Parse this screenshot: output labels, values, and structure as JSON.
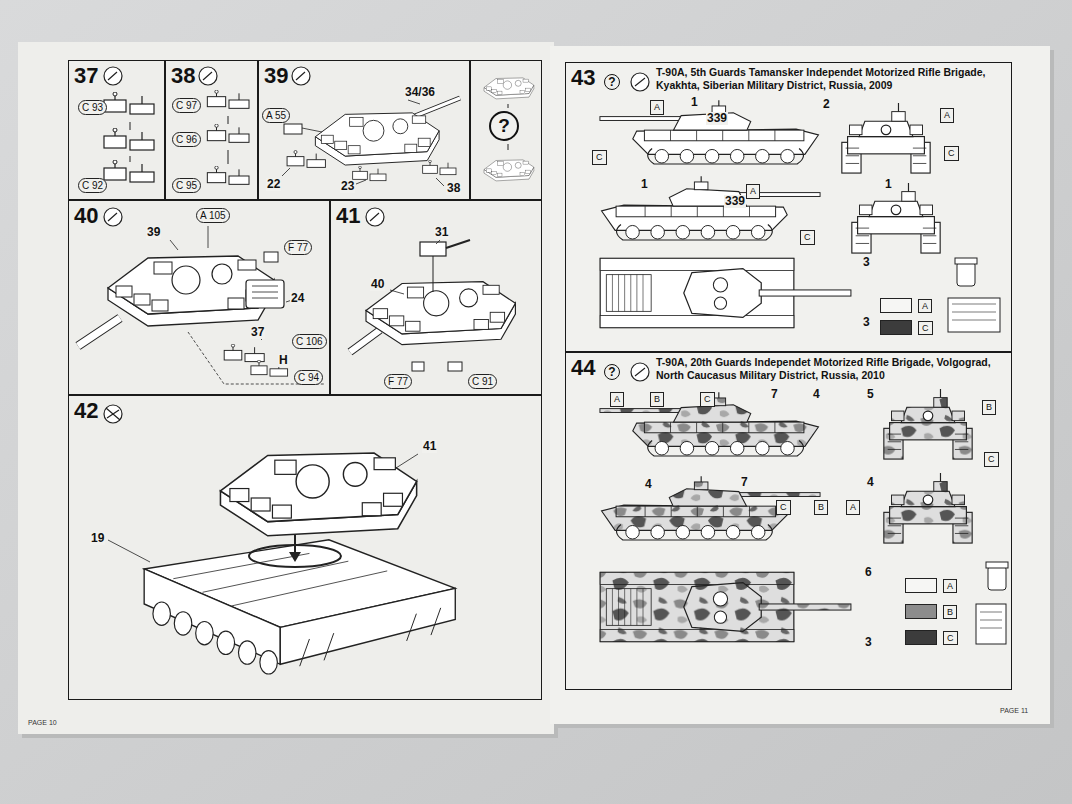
{
  "diagram": {
    "nodes": [
      {
        "text": [
          "37"
        ]
      },
      {
        "text": [
          "38"
        ]
      },
      {
        "text": [
          "39"
        ]
      },
      {
        "text": [
          "?"
        ]
      },
      {
        "text": [
          "40"
        ]
      },
      {
        "text": [
          "41"
        ]
      },
      {
        "text": [
          "42"
        ]
      },
      {
        "text": [
          "43",
          "T-90A, 5th Guards Tamansker Independet Motorized Rifle Brigade, Kyakhta, Siberian Military District, Russia, 2009"
        ]
      },
      {
        "text": [
          "44",
          "T-90A, 20th Guards Independet Motorized Rifle Brigade, Volgograd, North Caucasus Military District, Russia, 2010"
        ]
      }
    ],
    "labels": [
      "C 93",
      "C 92",
      "C 97",
      "C 96",
      "C 95",
      "34/36",
      "A 55",
      "22",
      "23",
      "38",
      "39",
      "A 105",
      "F 77",
      "24",
      "37",
      "C 106",
      "H",
      "C 94",
      "31",
      "40",
      "F 77",
      "C 91",
      "41",
      "19",
      "?",
      "A",
      "1",
      "339",
      "C",
      "2",
      "A",
      "C",
      "1",
      "339",
      "A",
      "C",
      "1",
      "3",
      "3",
      "?",
      "A",
      "B",
      "C",
      "7",
      "4",
      "5",
      "B",
      "C",
      "4",
      "7",
      "C",
      "B",
      "A",
      "4",
      "6",
      "3",
      "PAGE 10",
      "PAGE 11"
    ],
    "legend": [
      {
        "text": "A",
        "color": "#f6f6f4"
      },
      {
        "text": "C",
        "color": "#3c3c3c"
      },
      {
        "text": "A",
        "color": "#f6f6f4"
      },
      {
        "text": "B",
        "color": "#8c8c8c"
      },
      {
        "text": "C",
        "color": "#3c3c3c"
      }
    ]
  }
}
